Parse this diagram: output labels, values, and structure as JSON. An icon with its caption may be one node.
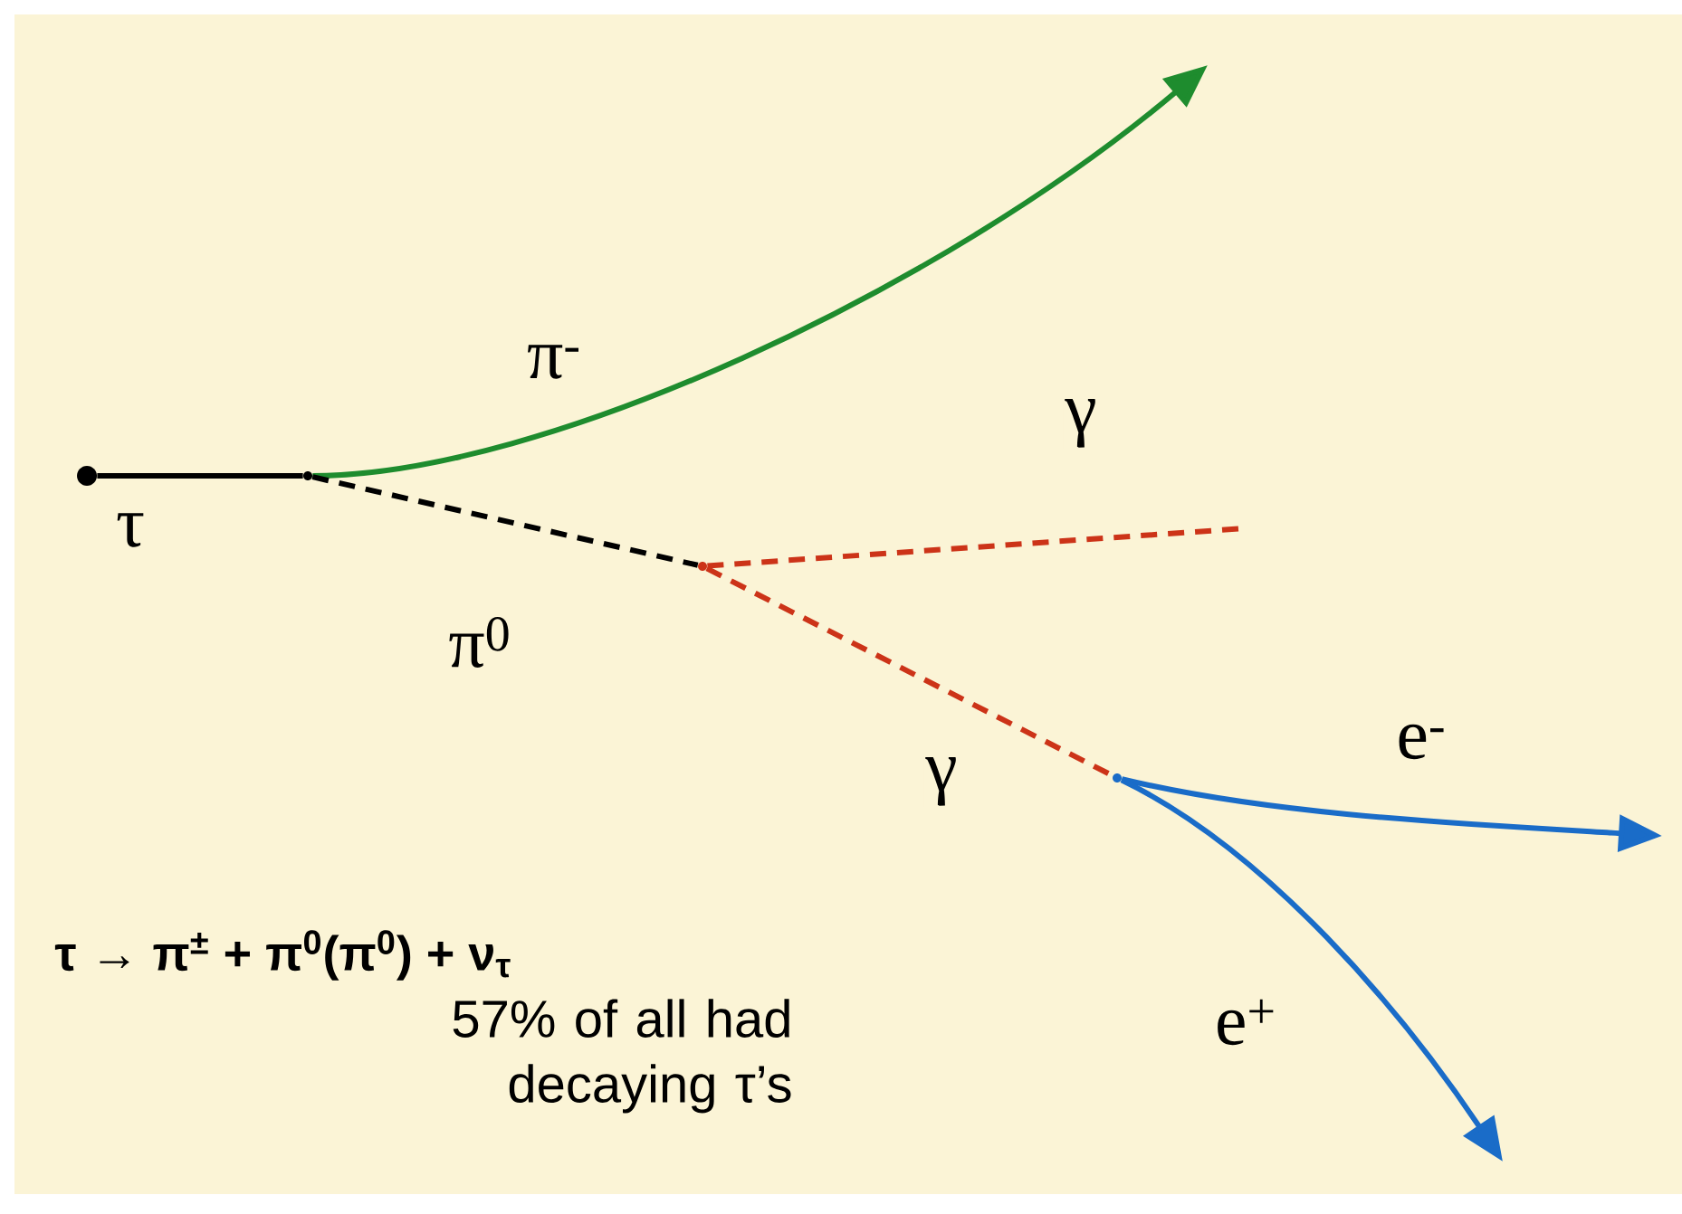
{
  "diagram": {
    "nodes": [
      {
        "text": [],
        "shape": "circle",
        "beside": [
          "τ"
        ]
      },
      {
        "text": [],
        "shape": "vertex"
      },
      {
        "text": [],
        "shape": "vertex"
      },
      {
        "text": [],
        "shape": "vertex"
      }
    ],
    "edges": [
      {
        "from": 0,
        "to": 1,
        "arrow": "none"
      },
      {
        "from": 1,
        "to": null,
        "arrow": "to",
        "label": "π$^{-}$",
        "color": "#1e8c2e"
      },
      {
        "from": 1,
        "to": 2,
        "arrow": "none",
        "label": "π$^{0}$",
        "style": "dashed"
      },
      {
        "from": 2,
        "to": null,
        "arrow": "none",
        "label": "γ",
        "style": "dashed",
        "color": "#cc3318"
      },
      {
        "from": 2,
        "to": 3,
        "arrow": "none",
        "label": "γ",
        "style": "dashed",
        "color": "#cc3318"
      },
      {
        "from": 3,
        "to": null,
        "arrow": "to",
        "label": "e$^{-}$",
        "color": "#1a6cc8"
      },
      {
        "from": 3,
        "to": null,
        "arrow": "to",
        "label": "e$^{+}$",
        "color": "#1a6cc8"
      }
    ],
    "labels": [
      "τ → π$^{±}$ + π$^{0}$(π$^{0}$) + ν$_{τ}$",
      "57% of all had decaying τ’s"
    ]
  }
}
